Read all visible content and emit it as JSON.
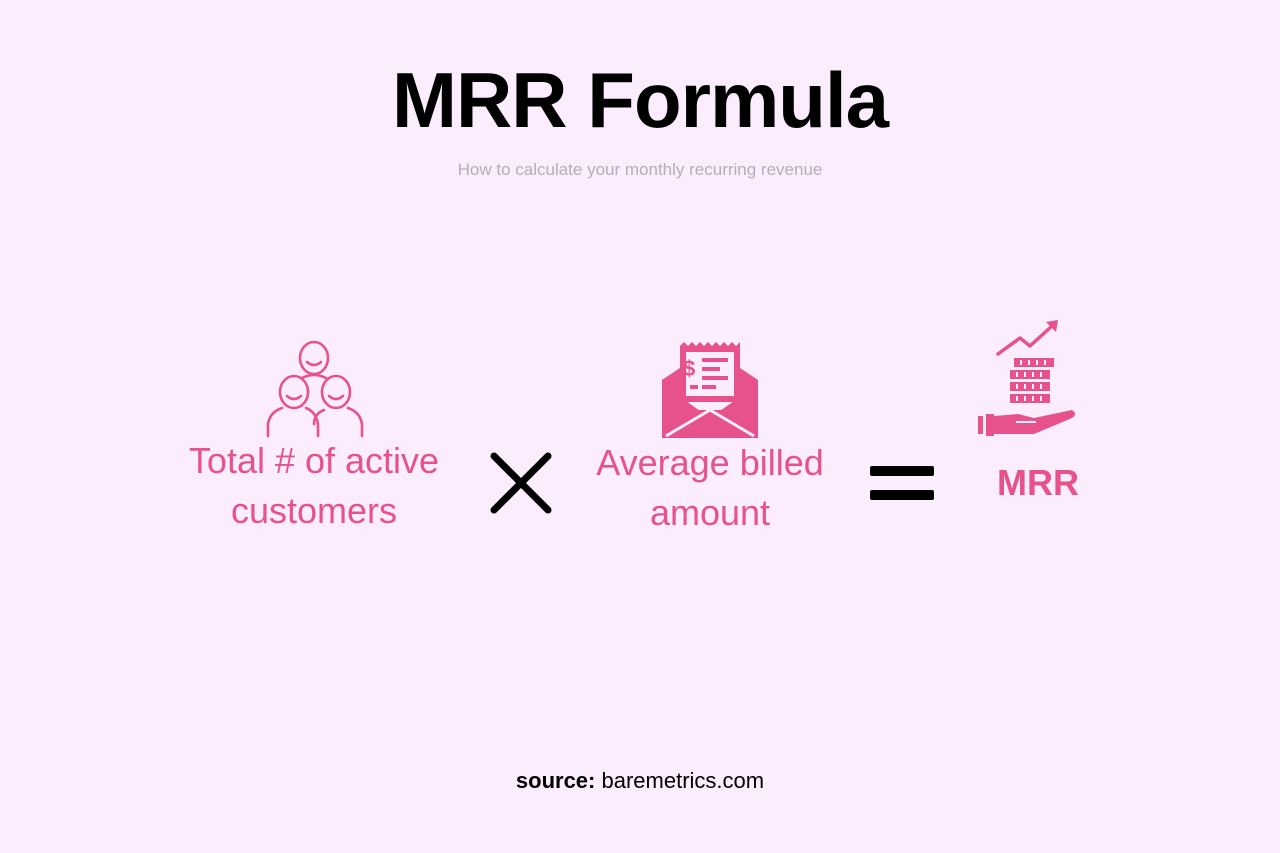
{
  "header": {
    "title": "MRR Formula",
    "subtitle": "How to calculate your monthly recurring revenue"
  },
  "formula": {
    "term1": "Total # of active customers",
    "operator1": "×",
    "term2": "Average billed amount",
    "operator2": "=",
    "result": "MRR",
    "icons": {
      "term1": "people-group-icon",
      "term2": "invoice-envelope-icon",
      "result": "revenue-growth-hand-icon"
    }
  },
  "footer": {
    "source_label": "source:",
    "source_value": "baremetrics.com"
  },
  "colors": {
    "background": "#fbedfd",
    "accent": "#e8528c",
    "title": "#000000",
    "subtitle": "#b6adb8"
  }
}
